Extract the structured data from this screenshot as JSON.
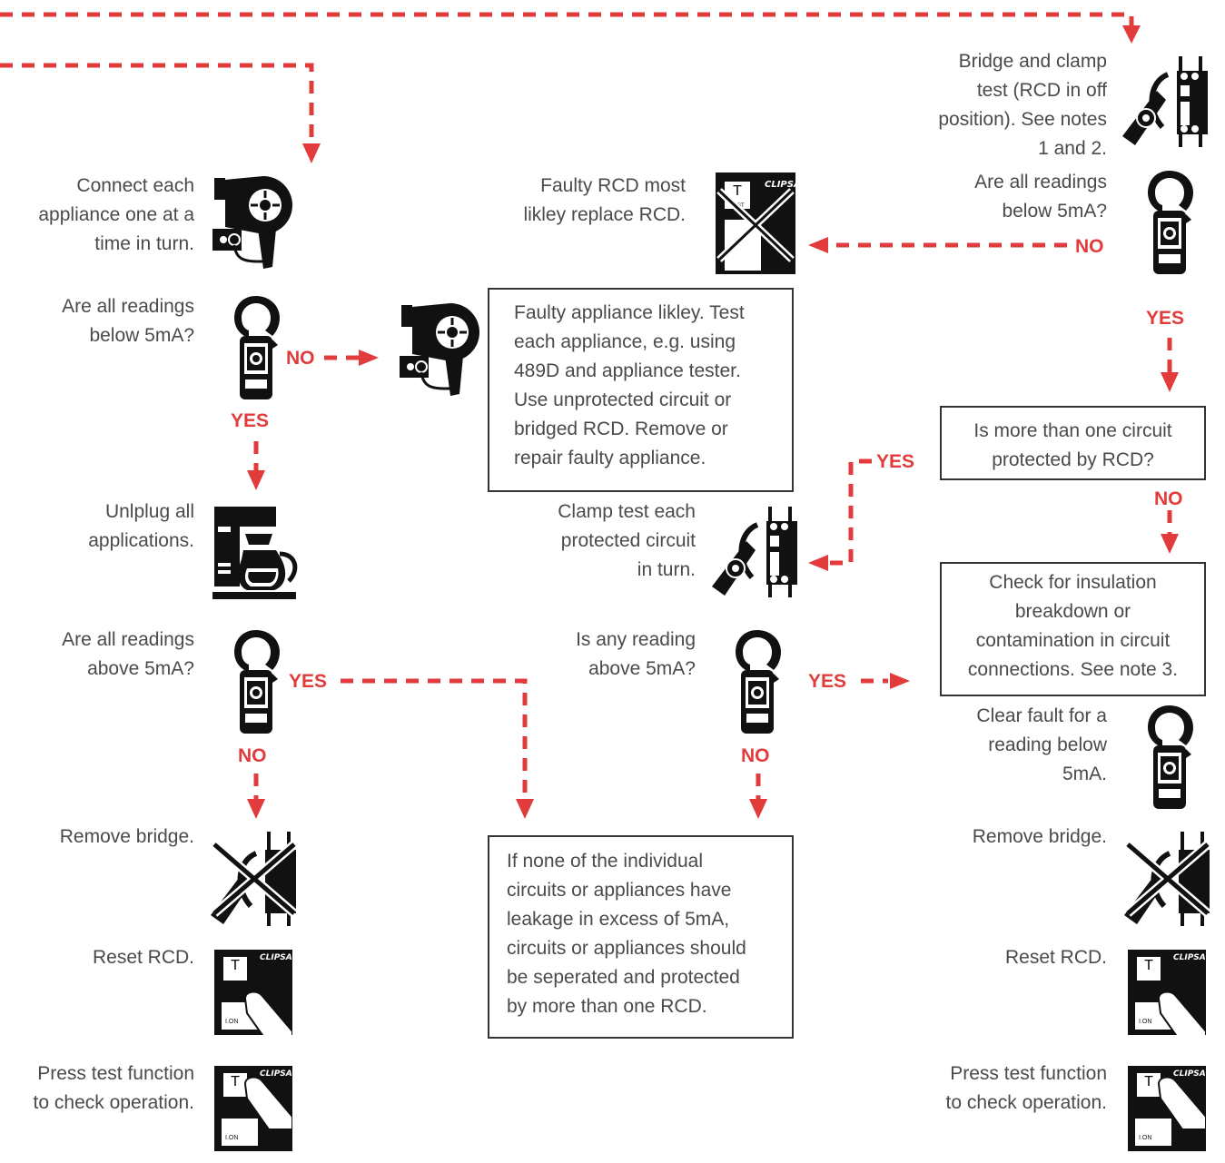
{
  "colors": {
    "arrow": "#e23b3b",
    "text": "#4a4a4a",
    "box_border": "#333333",
    "icon": "#111111"
  },
  "left_column": {
    "connect_each": [
      "Connect each",
      "appliance one at a",
      "time in turn."
    ],
    "readings_below_q": [
      "Are all readings",
      "below 5mA?"
    ],
    "unplug": [
      "Unlplug all",
      "applications."
    ],
    "readings_above_q": [
      "Are all readings",
      "above 5mA?"
    ],
    "remove_bridge": "Remove bridge.",
    "reset_rcd": "Reset RCD.",
    "press_test": [
      "Press test function",
      "to check operation."
    ]
  },
  "middle_column": {
    "faulty_rcd": [
      "Faulty RCD most",
      "likley replace RCD."
    ],
    "faulty_appliance_box": [
      "Faulty appliance likley. Test",
      "each appliance, e.g. using",
      "489D and appliance tester.",
      "Use unprotected circuit or",
      "bridged RCD. Remove or",
      "repair faulty appliance."
    ],
    "clamp_each": [
      "Clamp test each",
      "protected circuit",
      "in turn."
    ],
    "any_reading_q": [
      "Is any reading",
      "above 5mA?"
    ],
    "none_box": [
      "If none of the individual",
      "circuits or appliances have",
      "leakage in excess of 5mA,",
      "circuits or appliances should",
      "be seperated and protected",
      "by more than one RCD."
    ]
  },
  "right_column": {
    "bridge_clamp": [
      "Bridge and clamp",
      "test (RCD in off",
      "position). See notes",
      "1 and 2."
    ],
    "readings_below_q": [
      "Are all readings",
      "below 5mA?"
    ],
    "more_than_one_box": [
      "Is more than one circuit",
      "protected by RCD?"
    ],
    "insulation_box": [
      "Check for insulation",
      "breakdown or",
      "contamination in circuit",
      "connections. See note 3."
    ],
    "clear_fault": [
      "Clear fault for a",
      "reading below",
      "5mA."
    ],
    "remove_bridge": "Remove bridge.",
    "reset_rcd": "Reset RCD.",
    "press_test": [
      "Press test function",
      "to check operation."
    ]
  },
  "labels": {
    "no": "NO",
    "yes": "YES"
  },
  "icons": {
    "hairdryer": "hairdryer-icon",
    "clamp_meter": "clamp-meter-icon",
    "coffee_maker": "coffee-maker-icon",
    "clamp_on_rcd": "clamp-on-rcd-icon",
    "rcd": "rcd-icon",
    "rcd_press": "rcd-press-icon",
    "crossed": "crossed-out-icon",
    "rcd_brand": "CLIPSAL",
    "rcd_button": "T",
    "rcd_test": "TEST",
    "rcd_on": "I.ON"
  }
}
